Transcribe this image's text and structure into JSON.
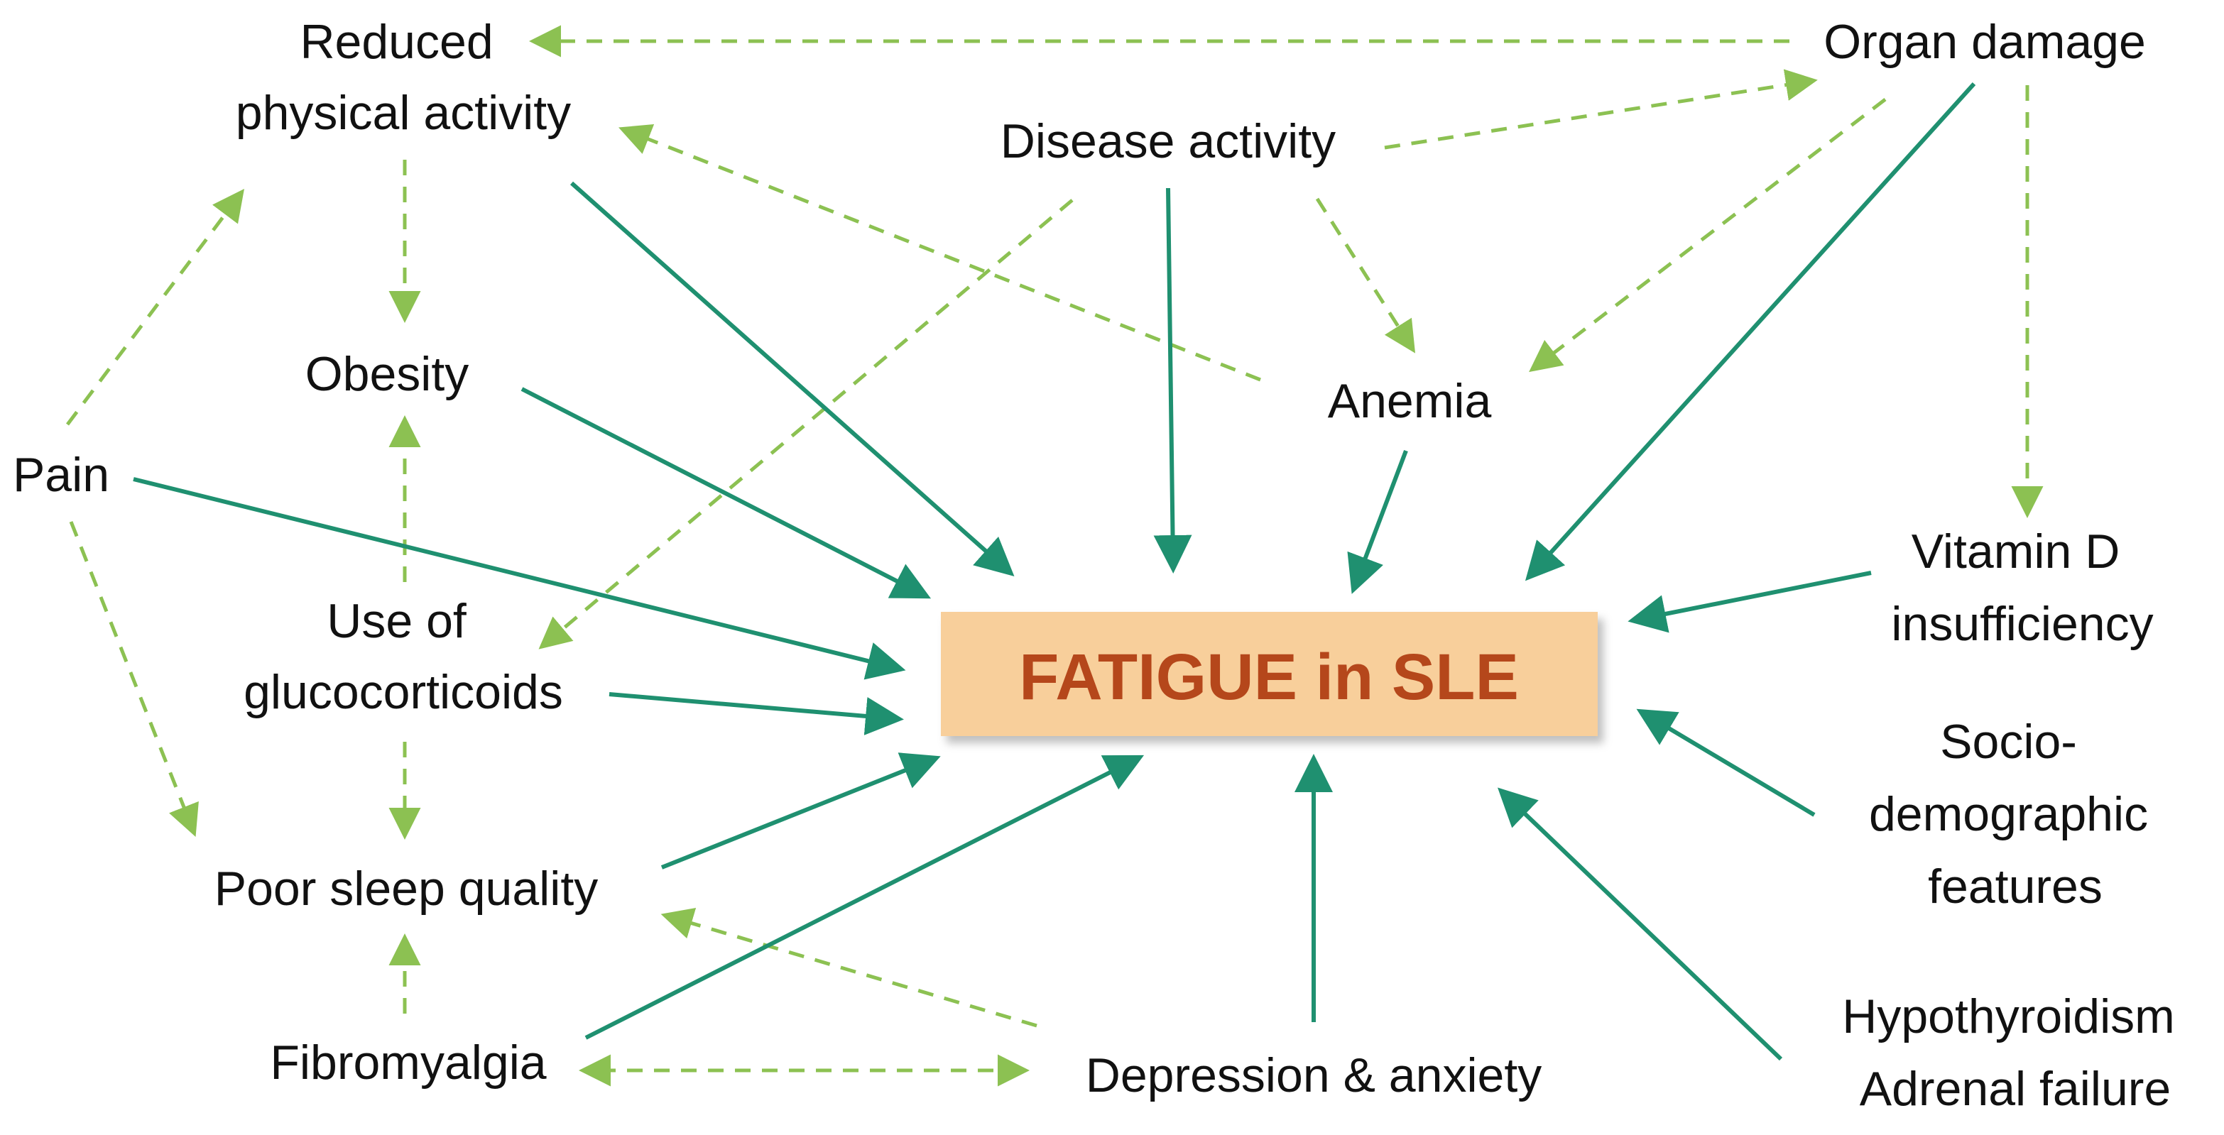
{
  "colors": {
    "solid_arrow": "#1f9070",
    "dashed_arrow": "#8cc152",
    "center_fill": "#f8cf9b",
    "center_text": "#b5471b",
    "text": "#111111"
  },
  "center": {
    "label": "FATIGUE in SLE"
  },
  "nodes": {
    "reduced_physical_activity": [
      "Reduced",
      "physical activity"
    ],
    "organ_damage": [
      "Organ damage"
    ],
    "disease_activity": [
      "Disease activity"
    ],
    "obesity": [
      "Obesity"
    ],
    "anemia": [
      "Anemia"
    ],
    "pain": [
      "Pain"
    ],
    "vitamin_d": [
      "Vitamin D",
      "insufficiency"
    ],
    "glucocorticoids": [
      "Use of",
      "glucocorticoids"
    ],
    "sociodemographic": [
      "Socio-",
      "demographic",
      "features"
    ],
    "poor_sleep": [
      "Poor sleep quality"
    ],
    "fibromyalgia": [
      "Fibromyalgia"
    ],
    "depression": [
      "Depression & anxiety"
    ],
    "hypothyroidism": [
      "Hypothyroidism",
      "Adrenal failure"
    ]
  }
}
